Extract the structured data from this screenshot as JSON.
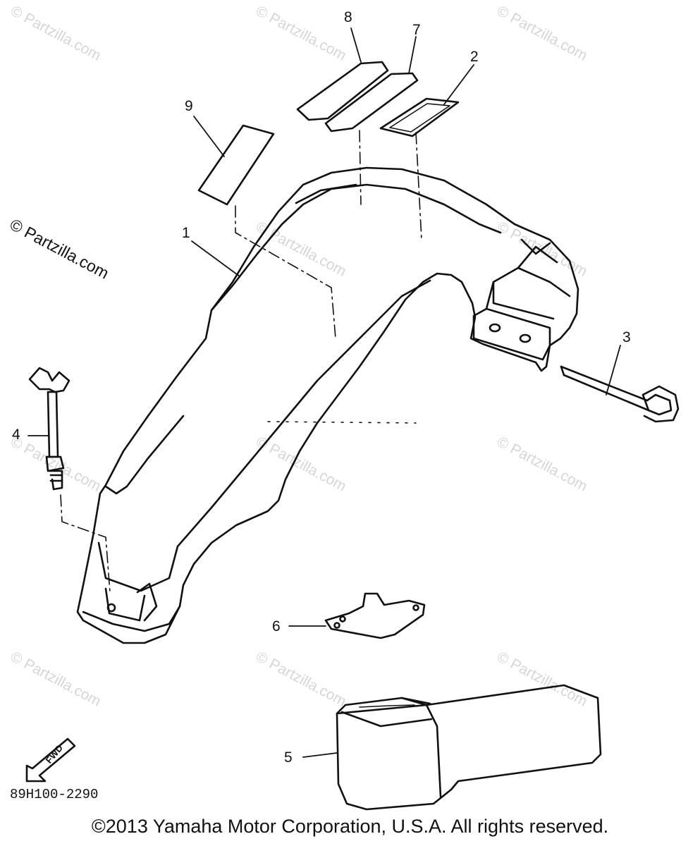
{
  "watermark": {
    "main": "© Partzilla.com",
    "faded": "© Partzilla.com"
  },
  "callouts": [
    {
      "id": "1",
      "label": "1"
    },
    {
      "id": "2",
      "label": "2"
    },
    {
      "id": "3",
      "label": "3"
    },
    {
      "id": "4",
      "label": "4"
    },
    {
      "id": "5",
      "label": "5"
    },
    {
      "id": "6",
      "label": "6"
    },
    {
      "id": "7",
      "label": "7"
    },
    {
      "id": "8",
      "label": "8"
    },
    {
      "id": "9",
      "label": "9"
    }
  ],
  "fwd_label": "FWD",
  "drawing_code": "89H100-2290",
  "copyright": "©2013  Yamaha Motor Corporation, U.S.A. All rights reserved."
}
